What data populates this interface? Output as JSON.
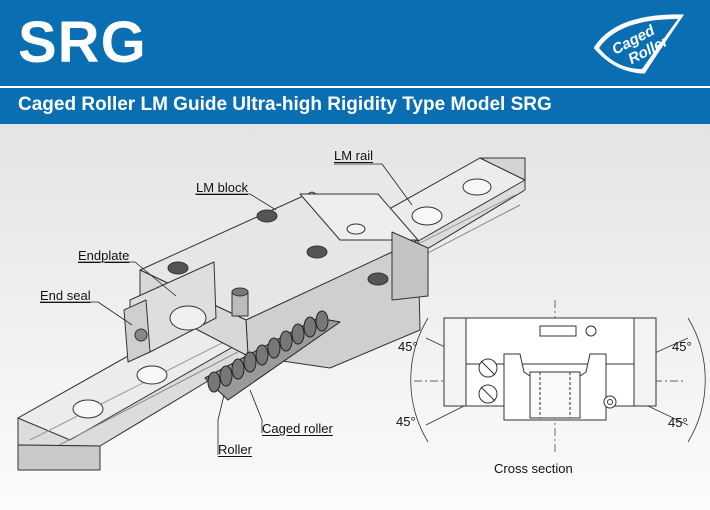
{
  "header": {
    "model_code": "SRG",
    "subtitle": "Caged Roller LM Guide Ultra-high Rigidity Type Model SRG",
    "logo_text_1": "Caged",
    "logo_text_2": "Roller"
  },
  "callouts": {
    "lm_rail": "LM rail",
    "lm_block": "LM block",
    "endplate": "Endplate",
    "end_seal": "End seal",
    "caged_roller": "Caged roller",
    "roller": "Roller"
  },
  "cross_section": {
    "caption": "Cross section",
    "angle_top_left": "45°",
    "angle_top_right": "45°",
    "angle_bottom_left": "45°",
    "angle_bottom_right": "45°"
  },
  "colors": {
    "banner": "#0a6fb2",
    "text_on_banner": "#ffffff"
  }
}
